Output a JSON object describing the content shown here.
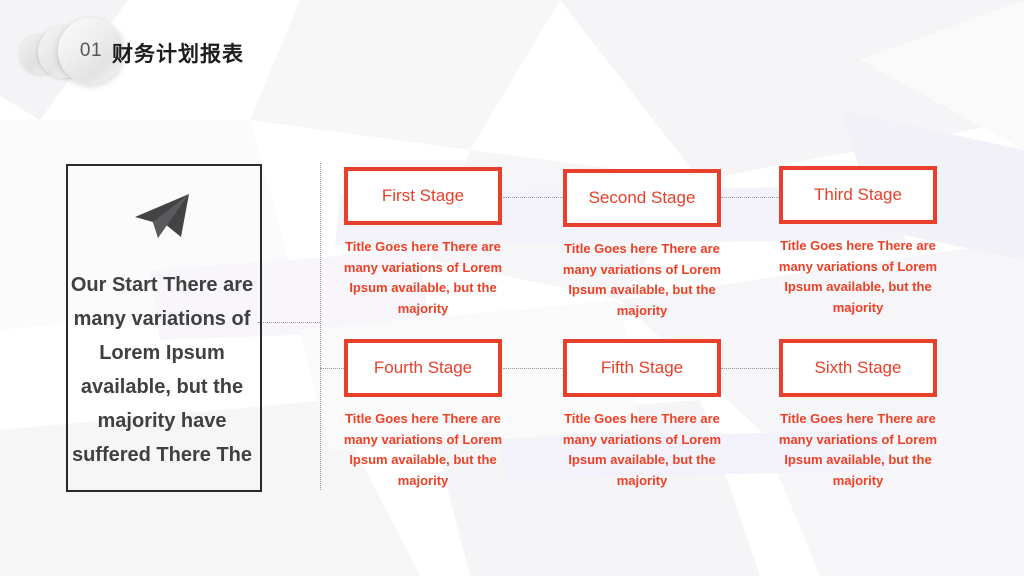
{
  "header": {
    "badge_number": "01",
    "title": "财务计划报表"
  },
  "start_card": {
    "icon": "paper-plane-icon",
    "text": "Our Start There are many variations of Lorem Ipsum available, but the majority have suffered There The"
  },
  "stages": [
    {
      "id": "first",
      "title": "First Stage",
      "body": "Title Goes here There are many variations of Lorem Ipsum available, but the majority"
    },
    {
      "id": "second",
      "title": "Second Stage",
      "body": "Title Goes here There are many variations of Lorem Ipsum available, but the majority"
    },
    {
      "id": "third",
      "title": "Third Stage",
      "body": "Title Goes here There are many variations of Lorem Ipsum available, but the majority"
    },
    {
      "id": "fourth",
      "title": "Fourth Stage",
      "body": "Title Goes here There are many variations of Lorem Ipsum available, but the majority"
    },
    {
      "id": "fifth",
      "title": "Fifth Stage",
      "body": "Title Goes here There are many variations of Lorem Ipsum available, but the majority"
    },
    {
      "id": "sixth",
      "title": "Sixth Stage",
      "body": "Title Goes here There are many variations of Lorem Ipsum available, but the majority"
    }
  ],
  "colors": {
    "accent_red": "#e8402a",
    "body_red": "#ee4026",
    "start_border": "#2b2b2b",
    "start_text": "#404040",
    "badge_text": "#58585a",
    "connector": "#9a9a9a",
    "background": "#ffffff"
  }
}
